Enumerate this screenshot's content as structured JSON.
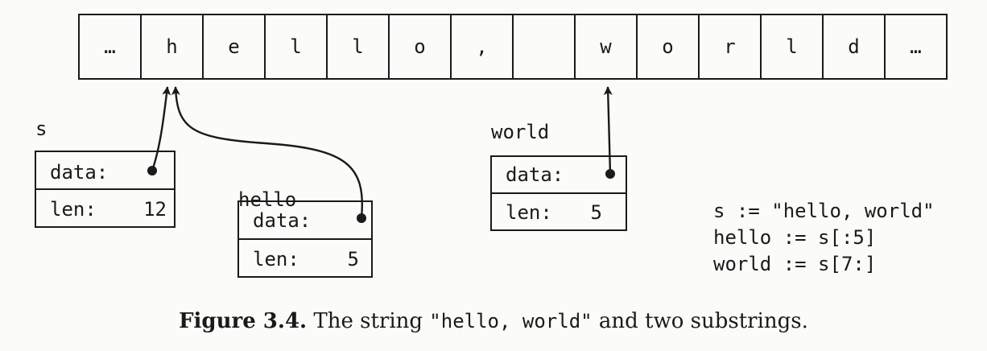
{
  "memory": {
    "cells": [
      "…",
      "h",
      "e",
      "l",
      "l",
      "o",
      ",",
      "",
      "w",
      "o",
      "r",
      "l",
      "d",
      "…"
    ]
  },
  "headers": [
    {
      "name": "s",
      "data_label": "data:",
      "len_label": "len:",
      "len_value": "12",
      "points_to_cell": 1
    },
    {
      "name": "hello",
      "data_label": "data:",
      "len_label": "len:",
      "len_value": "5",
      "points_to_cell": 1
    },
    {
      "name": "world",
      "data_label": "data:",
      "len_label": "len:",
      "len_value": "5",
      "points_to_cell": 8
    }
  ],
  "code": [
    "s := \"hello, world\"",
    "hello := s[:5]",
    "world := s[7:]"
  ],
  "caption": {
    "label": "Figure 3.4.",
    "text_before": "The string",
    "code": "\"hello, world\"",
    "text_after": "and two substrings."
  }
}
